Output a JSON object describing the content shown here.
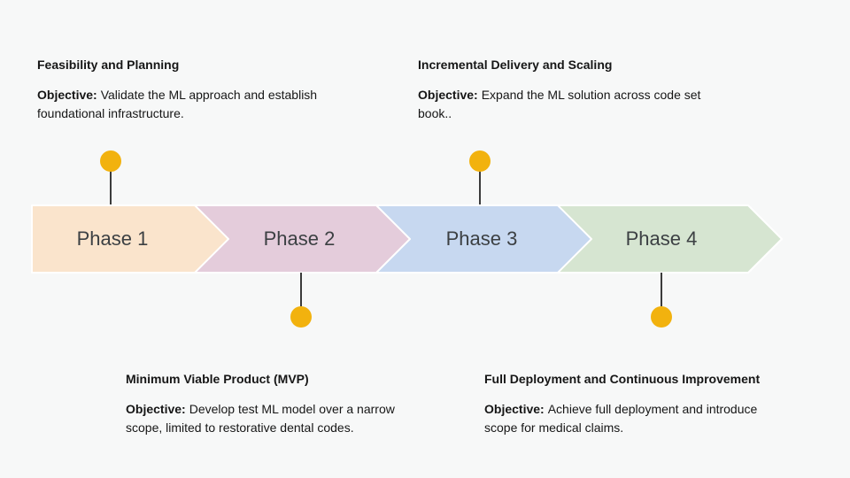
{
  "colors": {
    "background": "#F7F8F8",
    "marker_dot": "#F2B20E",
    "marker_line": "#3B3B3B",
    "phase_label_text": "#3C4043"
  },
  "objective_prefix": "Objective:",
  "phases": [
    {
      "label": "Phase 1",
      "chevron_color": "#FAE4CC",
      "marker_position": "top",
      "callout": {
        "title": "Feasibility and Planning",
        "objective": "Validate the ML approach and establish foundational infrastructure."
      }
    },
    {
      "label": "Phase 2",
      "chevron_color": "#E4CCDB",
      "marker_position": "bottom",
      "callout": {
        "title": "Minimum Viable Product (MVP)",
        "objective": "Develop test ML model over a narrow scope, limited to restorative dental codes."
      }
    },
    {
      "label": "Phase 3",
      "chevron_color": "#C7D8F0",
      "marker_position": "top",
      "callout": {
        "title": "Incremental Delivery and Scaling",
        "objective": "Expand the ML solution across code set book.."
      }
    },
    {
      "label": "Phase 4",
      "chevron_color": "#D6E5D1",
      "marker_position": "bottom",
      "callout": {
        "title": "Full Deployment and Continuous Improvement",
        "objective": "Achieve full deployment and introduce scope for medical claims."
      }
    }
  ]
}
